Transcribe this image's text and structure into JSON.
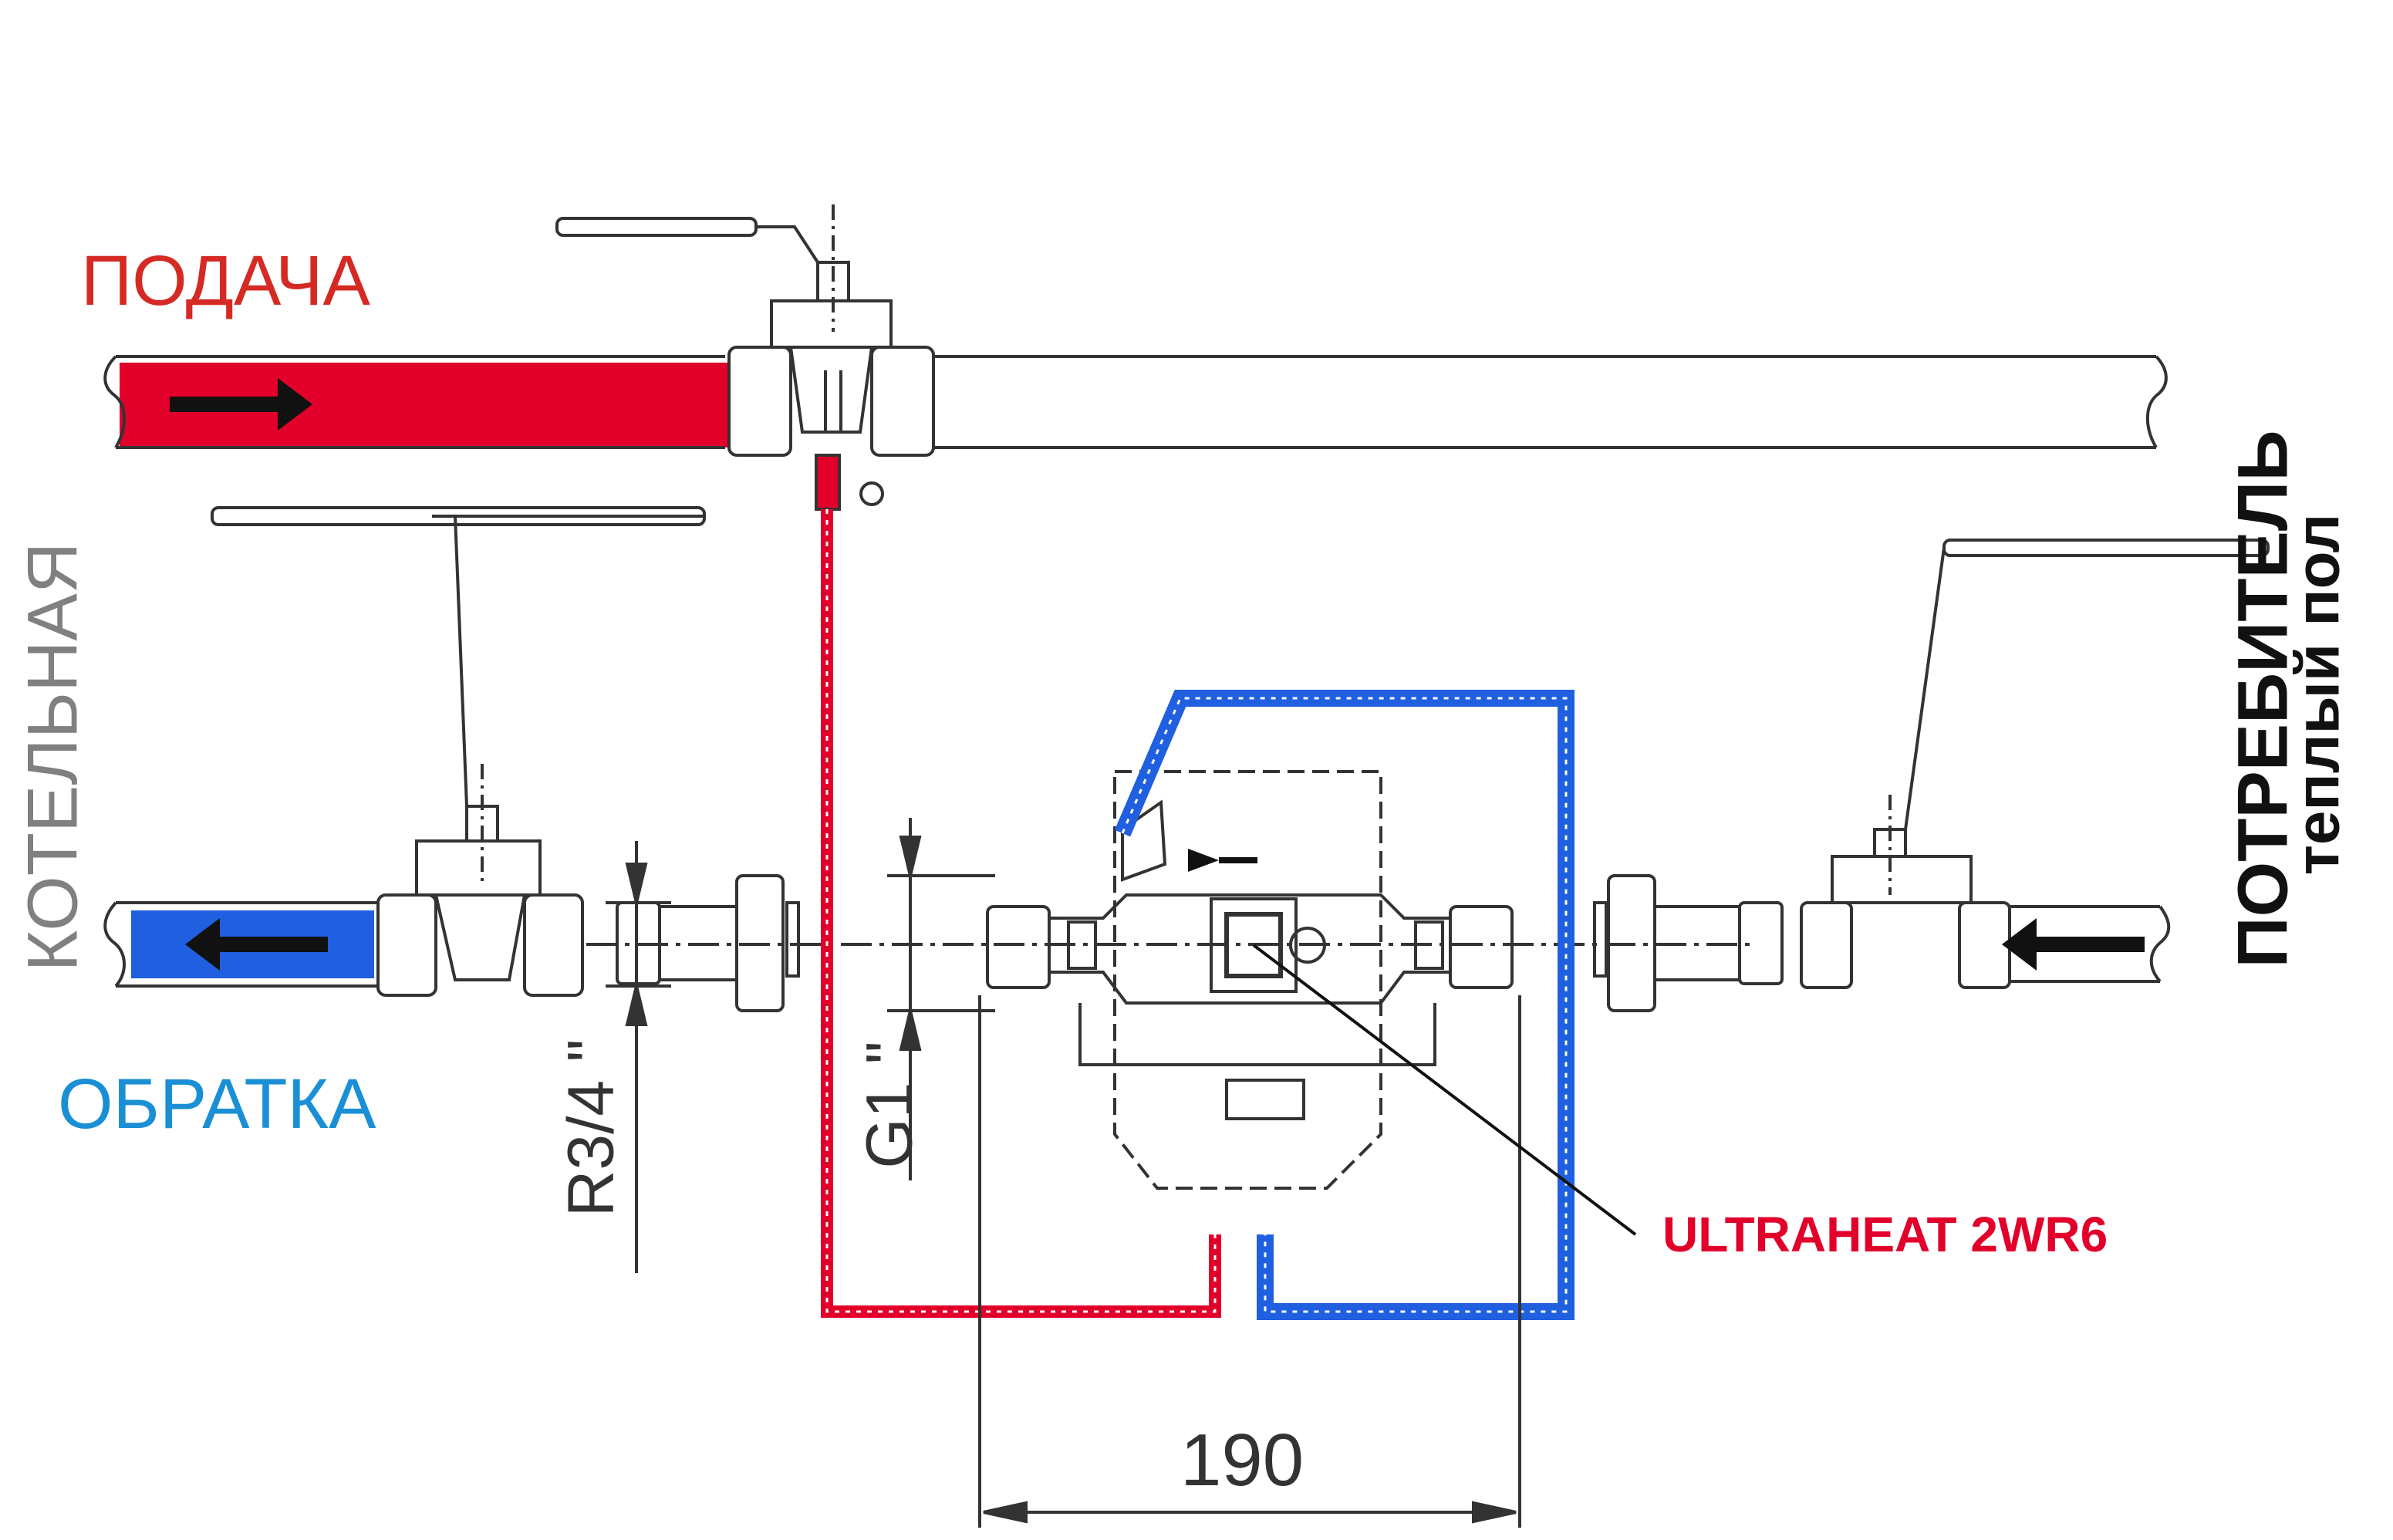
{
  "labels": {
    "supply": "ПОДАЧА",
    "return": "ОБРАТКА",
    "boiler_room": "КОТЕЛЬНАЯ",
    "consumer": "ПОТРЕБИТЕЛЬ",
    "consumer_sub": "теплый пол",
    "meter_model": "ULTRAHEAT 2WR6",
    "dim_length": "190",
    "thread_inlet": "R3/4 \"",
    "thread_meter": "G1 \""
  },
  "colors": {
    "supply_red": "#e2002b",
    "return_blue": "#1f5fe0",
    "supply_text": "#d42a23",
    "return_text": "#1a8fd6",
    "boiler_text": "#808080",
    "meter_text": "#e2002b",
    "line": "#333333"
  },
  "icons": [
    "arrow-right-icon",
    "arrow-left-icon",
    "ball-valve-icon",
    "heat-meter-icon"
  ]
}
